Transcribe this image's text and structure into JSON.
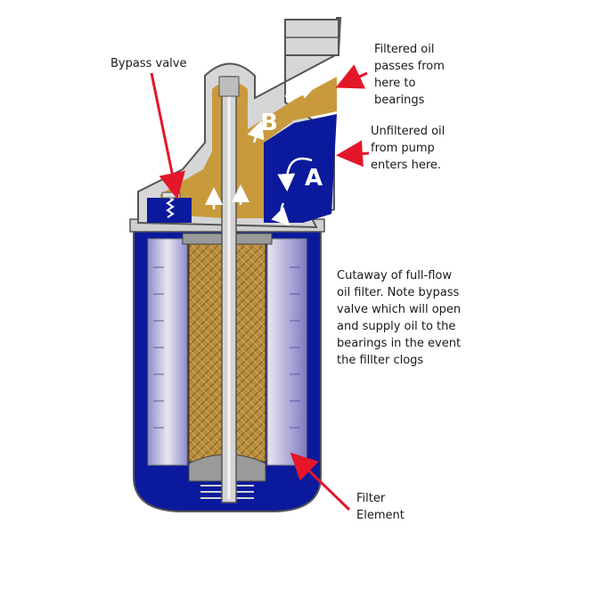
{
  "labels": {
    "bypass_valve": "Bypass valve",
    "filtered_oil": "Filtered oil\npasses from\nhere to\nbearings",
    "unfiltered_oil": "Unfiltered oil\nfrom pump\nenters here.",
    "cutaway_caption": "Cutaway of full-flow\noil filter. Note bypass\nvalve which will open\nand supply oil to the\nbearings in the event\nthe fillter clogs",
    "filter_element": "Filter\nElement"
  },
  "chambers": {
    "b": "B",
    "a": "A"
  },
  "colors": {
    "filtered_oil": "#c99a3c",
    "unfiltered_oil": "#0b1a9c",
    "casing": "#d9d9d9",
    "arrow": "#e4162a",
    "element": "#b8b5d9"
  }
}
